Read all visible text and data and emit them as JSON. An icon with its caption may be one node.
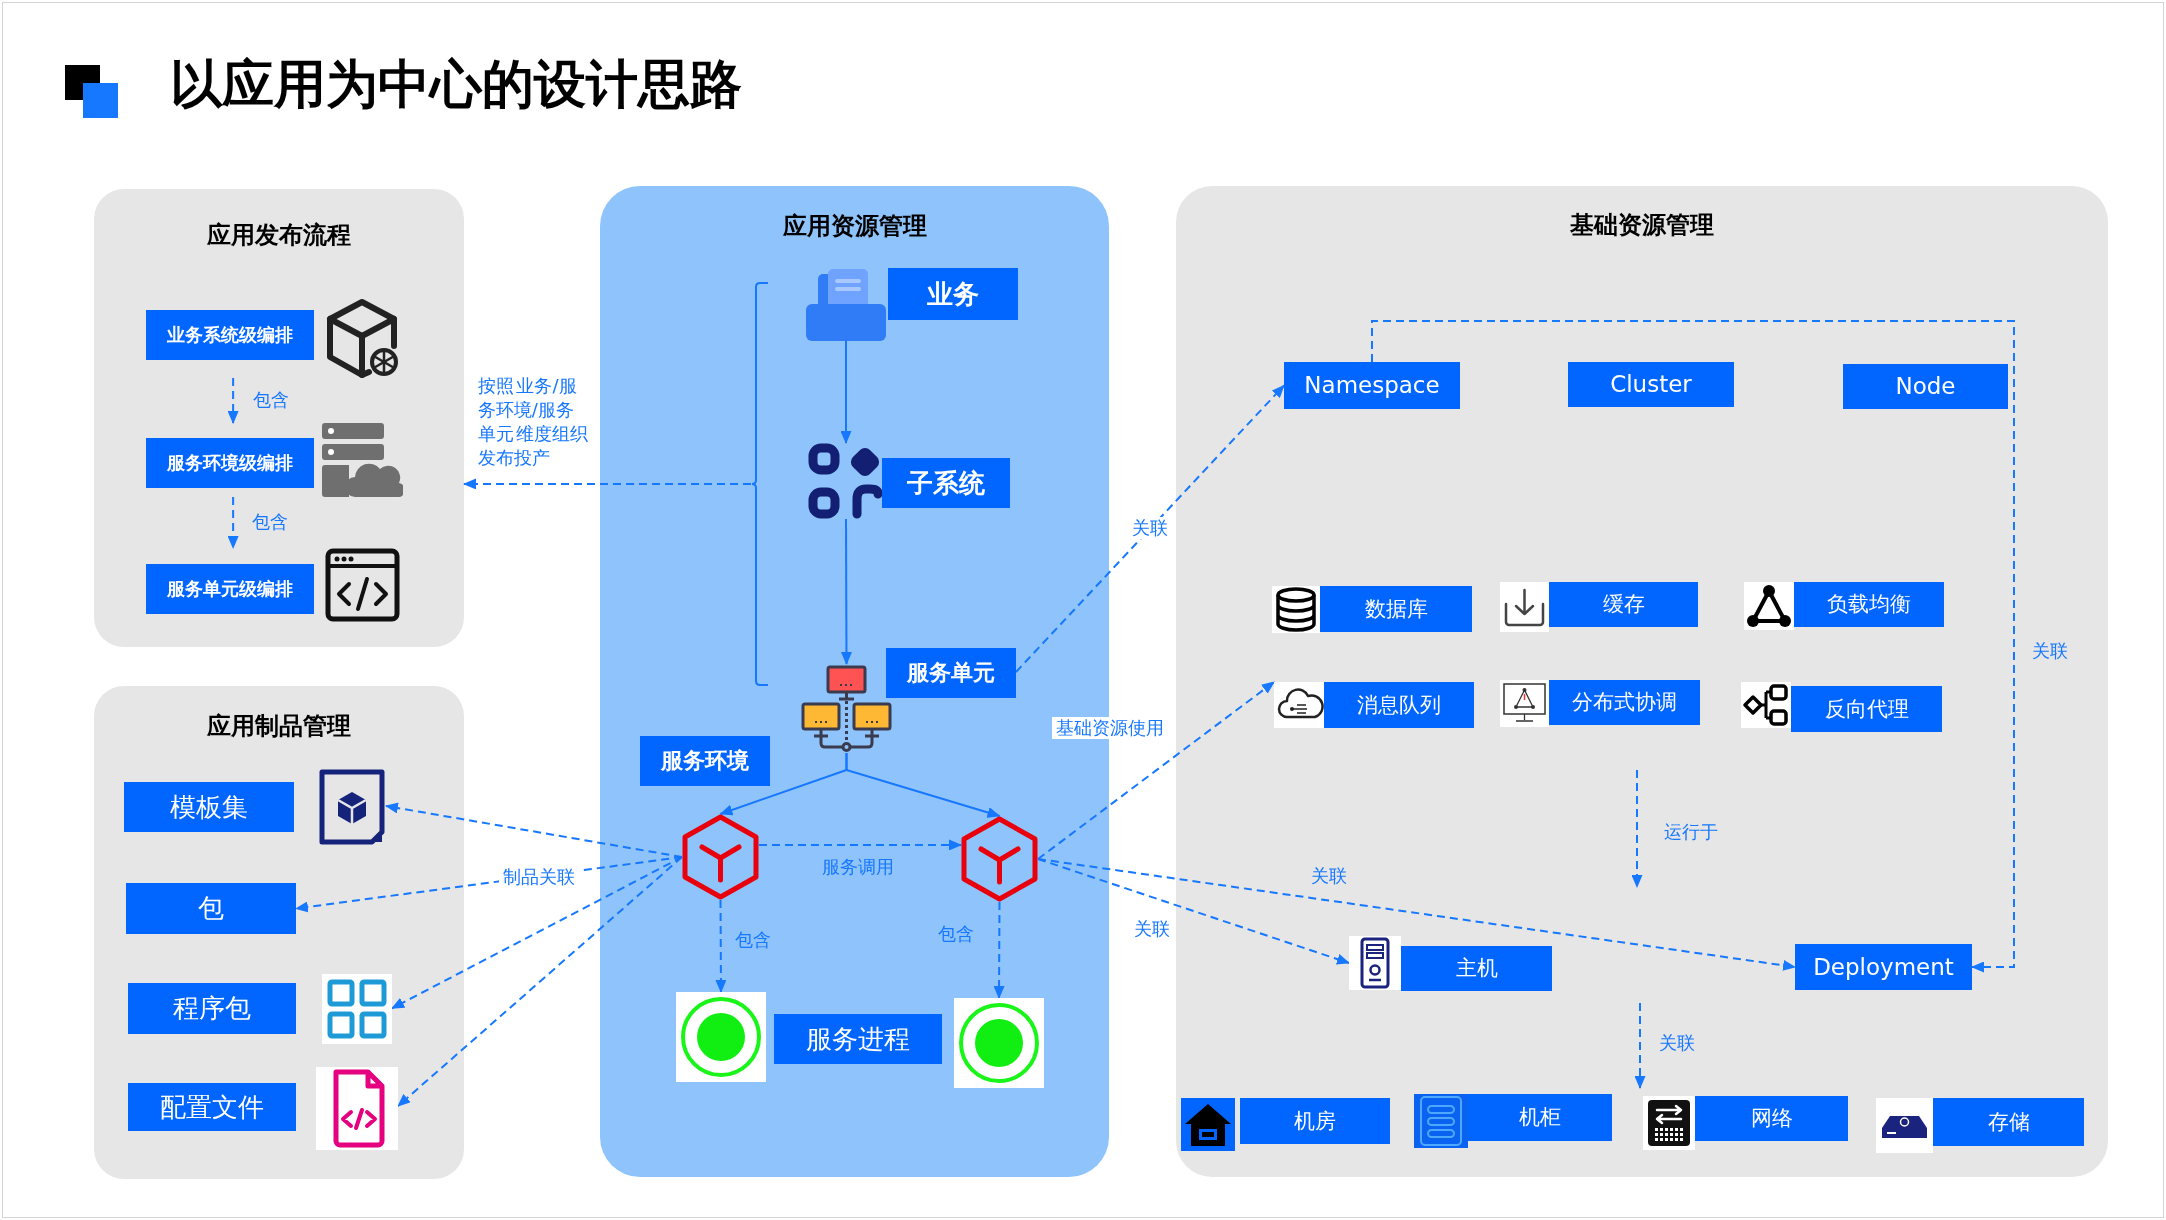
{
  "diagram": {
    "title": "以应用为中心的设计思路",
    "nodes": [
      {
        "text": [
          "应用发布流程"
        ]
      },
      {
        "text": [
          "业务系统级编排"
        ],
        "in": 0
      },
      {
        "text": [
          "服务环境级编排"
        ],
        "in": 0
      },
      {
        "text": [
          "服务单元级编排"
        ],
        "in": 0
      },
      {
        "text": [
          "应用制品管理"
        ]
      },
      {
        "text": [
          "模板集"
        ],
        "in": 4
      },
      {
        "text": [],
        "shape": "picture",
        "in": 4
      },
      {
        "text": [
          "包"
        ],
        "in": 4
      },
      {
        "text": [
          "程序包"
        ],
        "in": 4
      },
      {
        "text": [],
        "shape": "picture",
        "in": 4
      },
      {
        "text": [
          "配置文件"
        ],
        "in": 4
      },
      {
        "text": [],
        "shape": "picture",
        "in": 4
      },
      {
        "text": [
          "应用资源管理"
        ]
      },
      {
        "text": [],
        "shape": "bracket",
        "in": 12
      },
      {
        "text": [],
        "shape": "picture",
        "in": 12
      },
      {
        "text": [
          "业务"
        ],
        "in": 12
      },
      {
        "text": [],
        "shape": "picture",
        "in": 12
      },
      {
        "text": [
          "子系统"
        ],
        "in": 12
      },
      {
        "text": [],
        "shape": "picture",
        "in": 12
      },
      {
        "text": [
          "服务单元"
        ],
        "in": 12
      },
      {
        "text": [
          "服务环境"
        ],
        "in": 12
      },
      {
        "text": [],
        "shape": "picture",
        "in": 12
      },
      {
        "text": [],
        "shape": "picture",
        "in": 12
      },
      {
        "text": [],
        "shape": "picture",
        "in": 12
      },
      {
        "text": [
          "服务进程"
        ],
        "in": 12
      },
      {
        "text": [],
        "shape": "picture",
        "in": 12
      },
      {
        "text": [
          "基础资源管理"
        ]
      },
      {
        "text": [
          "Namespace"
        ],
        "in": 26
      },
      {
        "text": [
          "Cluster"
        ],
        "in": 26
      },
      {
        "text": [
          "Node"
        ],
        "in": 26
      },
      {
        "text": [
          "数据库"
        ],
        "in": 26
      },
      {
        "text": [
          "缓存"
        ],
        "in": 26
      },
      {
        "text": [
          "负载均衡"
        ],
        "in": 26
      },
      {
        "text": [
          "消息队列"
        ],
        "in": 26
      },
      {
        "text": [
          "分布式协调"
        ],
        "in": 26
      },
      {
        "text": [
          "反向代理"
        ],
        "in": 26
      },
      {
        "text": [],
        "shape": "picture",
        "in": 26
      },
      {
        "text": [
          "主机"
        ],
        "in": 26
      },
      {
        "text": [
          "Deployment"
        ],
        "in": 26
      },
      {
        "text": [
          "机房"
        ],
        "in": 26
      },
      {
        "text": [
          "机柜"
        ],
        "in": 26
      },
      {
        "text": [
          "网络"
        ],
        "in": 26
      },
      {
        "text": [
          "存储"
        ],
        "in": 26
      }
    ],
    "edges": [
      {
        "from": 1,
        "to": 2,
        "arrow": "to",
        "label": "包含",
        "style": "dashed"
      },
      {
        "from": 2,
        "to": 3,
        "arrow": "to",
        "label": "包含",
        "style": "dashed"
      },
      {
        "from": 13,
        "to": 0,
        "arrow": "to",
        "label": "按照 业务/服务环境/服务单元 维度组织发布投产",
        "style": "dashed"
      },
      {
        "from": 21,
        "to": 6,
        "arrow": "to",
        "style": "dashed"
      },
      {
        "from": 21,
        "to": 7,
        "arrow": "to",
        "label": "制品关联",
        "style": "dashed"
      },
      {
        "from": 21,
        "to": 9,
        "arrow": "to",
        "style": "dashed"
      },
      {
        "from": 21,
        "to": 11,
        "arrow": "to",
        "style": "dashed"
      },
      {
        "from": 14,
        "to": 16,
        "arrow": "to"
      },
      {
        "from": 16,
        "to": 18,
        "arrow": "to"
      },
      {
        "from": 18,
        "to": 21,
        "arrow": "to"
      },
      {
        "from": 18,
        "to": 22,
        "arrow": "to"
      },
      {
        "from": 21,
        "to": 22,
        "arrow": "to",
        "label": "服务调用",
        "style": "dashed"
      },
      {
        "from": 21,
        "to": 23,
        "arrow": "to",
        "label": "包含",
        "style": "dashed"
      },
      {
        "from": 22,
        "to": 25,
        "arrow": "to",
        "label": "包含",
        "style": "dashed"
      },
      {
        "from": 19,
        "to": 27,
        "arrow": "to",
        "label": "关联",
        "style": "dashed"
      },
      {
        "from": 22,
        "to": 33,
        "arrow": "to",
        "label": "基础资源使用",
        "style": "dashed"
      },
      {
        "from": 22,
        "to": 36,
        "arrow": "to",
        "label": "关联",
        "style": "dashed"
      },
      {
        "from": 22,
        "to": 38,
        "arrow": "to",
        "label": "关联",
        "style": "dashed"
      },
      {
        "from": 27,
        "to": 38,
        "arrow": "to",
        "label": "关联",
        "style": "dashed"
      }
    ],
    "labels": [
      "运行于",
      "关联"
    ]
  }
}
